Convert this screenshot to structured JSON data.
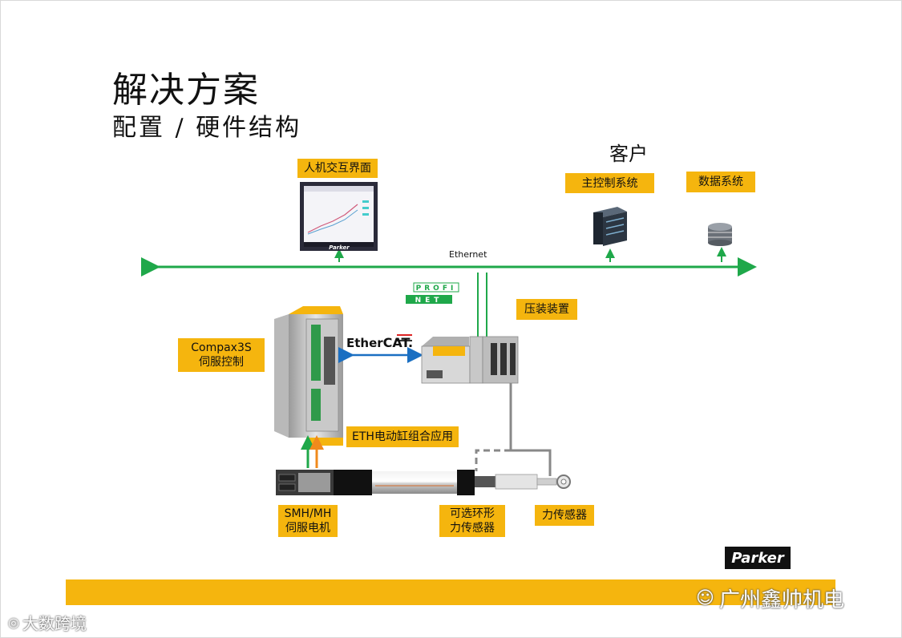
{
  "slide": {
    "title": "解决方案",
    "subtitle": "配置 / 硬件结构"
  },
  "customer": {
    "heading": "客户",
    "main_control": "主控制系统",
    "data_system": "数据系统"
  },
  "hmi": {
    "label": "人机交互界面",
    "brand": "Parker"
  },
  "network": {
    "ethernet_label": "Ethernet",
    "profinet_top": "PROFI",
    "profinet_bottom": "NET",
    "ethercat_prefix": "Ether",
    "ethercat_suffix": "CAT."
  },
  "devices": {
    "press_unit": "压装装置",
    "compax_line1": "Compax3S",
    "compax_line2": "伺服控制",
    "eth_app": "ETH电动缸组合应用",
    "motor_line1": "SMH/MH",
    "motor_line2": "伺服电机",
    "ring_sensor_line1": "可选环形",
    "ring_sensor_line2": "力传感器",
    "force_sensor": "力传感器"
  },
  "branding": {
    "parker_logo": "Parker",
    "watermark_right": "广州鑫帅机电",
    "watermark_left": "大数跨境"
  },
  "colors": {
    "accent": "#f5b50e",
    "ethernet_green": "#1fa84a",
    "ethercat_blue": "#1a6fc2",
    "orange_cable": "#f08a1c"
  }
}
